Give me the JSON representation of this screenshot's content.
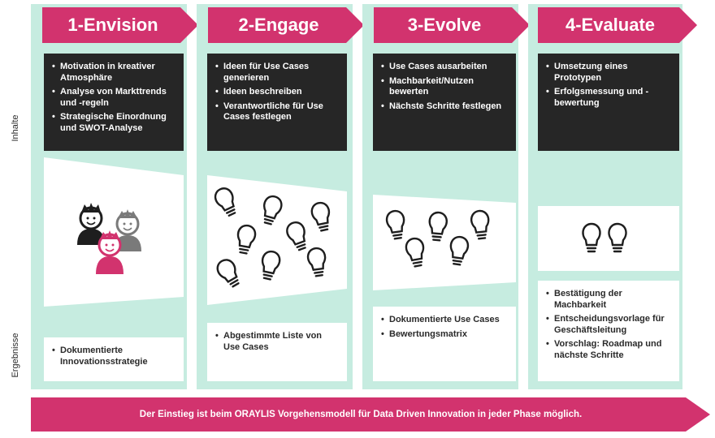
{
  "row_labels": {
    "content": "Inhalte",
    "results": "Ergebnisse"
  },
  "colors": {
    "accent": "#d2336e",
    "panel_bg": "#c6ece0",
    "box_dark": "#262626",
    "person_gray": "#7a7a7a"
  },
  "phases": [
    {
      "title": "1-Envision",
      "items": [
        "Motivation in kreativer Atmosphäre",
        "Analyse von Markttrends und -regeln",
        "Strategische Einordnung und SWOT-Analyse"
      ],
      "illustration": "people-icons",
      "results": [
        "Dokumentierte Innovationsstrategie"
      ]
    },
    {
      "title": "2-Engage",
      "items": [
        "Ideen für Use Cases generieren",
        "Ideen beschreiben",
        "Verantwortliche für Use Cases festlegen"
      ],
      "illustration": "lightbulb-icons",
      "results": [
        "Abgestimmte Liste von Use Cases"
      ]
    },
    {
      "title": "3-Evolve",
      "items": [
        "Use Cases ausarbeiten",
        "Machbarkeit/Nutzen bewerten",
        "Nächste Schritte festlegen"
      ],
      "illustration": "lightbulb-icons",
      "results": [
        "Dokumentierte Use Cases",
        "Bewertungsmatrix"
      ]
    },
    {
      "title": "4-Evaluate",
      "items": [
        "Umsetzung eines Prototypen",
        "Erfolgsmessung und -bewertung"
      ],
      "illustration": "lightbulb-icons",
      "results": [
        "Bestätigung der Machbarkeit",
        "Entscheidungsvorlage für Geschäftsleitung",
        "Vorschlag: Roadmap und nächste Schritte"
      ]
    }
  ],
  "footer_text": "Der Einstieg ist beim ORAYLIS Vorgehensmodell für Data Driven Innovation in jeder Phase möglich."
}
